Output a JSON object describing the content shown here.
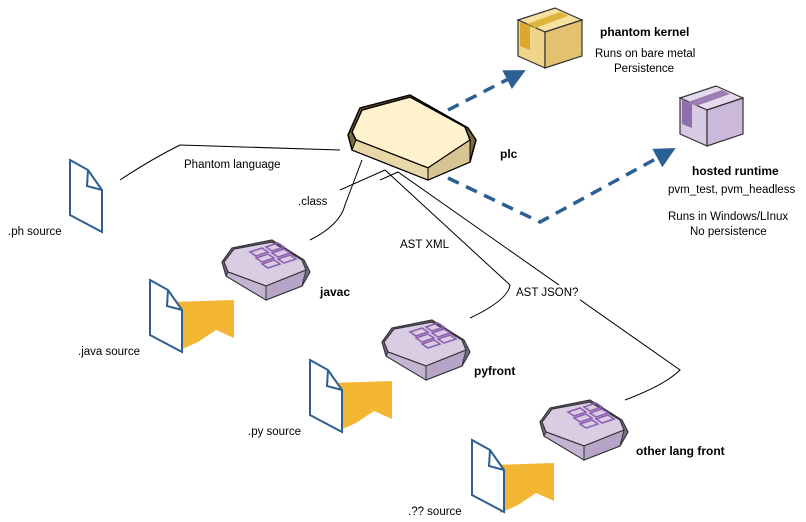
{
  "nodes": {
    "plc": {
      "label": "plc"
    },
    "phantom_kernel": {
      "label": "phantom kernel",
      "line1": "Runs on bare metal",
      "line2": "Persistence"
    },
    "hosted_runtime": {
      "label": "hosted runtime",
      "line1": "pvm_test, pvm_headless",
      "line2": "Runs in Windows/LInux",
      "line3": "No persistence"
    },
    "javac": {
      "label": "javac"
    },
    "pyfront": {
      "label": "pyfront"
    },
    "other_lang_front": {
      "label": "other lang front"
    }
  },
  "sources": {
    "ph": {
      "label": ".ph source"
    },
    "java": {
      "label": ".java source"
    },
    "py": {
      "label": ".py source"
    },
    "unknown": {
      "label": ".?? source"
    }
  },
  "edges": {
    "phantom_language": {
      "label": "Phantom language"
    },
    "class": {
      "label": ".class"
    },
    "ast_xml": {
      "label": "AST XML"
    },
    "ast_json": {
      "label": "AST JSON?"
    }
  },
  "colors": {
    "arrow": "#2c5f93",
    "doc_stroke": "#2c5f93",
    "folder": "#f2b632",
    "plc_fill": "#fff2cc",
    "box_purple": "#ddd0e8",
    "chip_fill": "#d9cce3"
  }
}
